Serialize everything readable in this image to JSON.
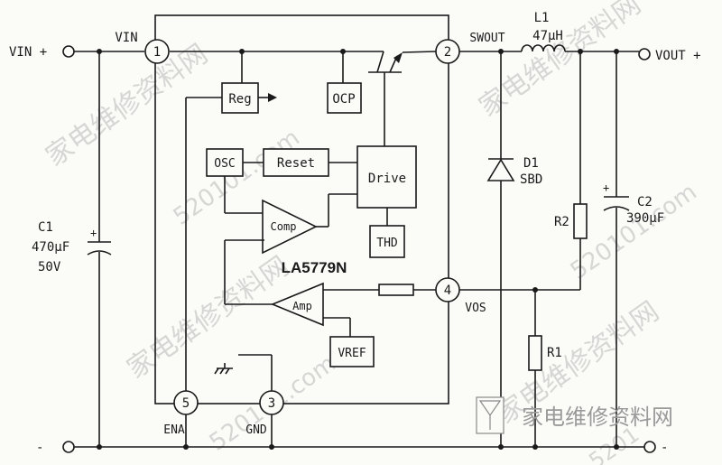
{
  "ic": {
    "name": "LA5779N"
  },
  "pins": {
    "p1": "1",
    "p2": "2",
    "p3": "3",
    "p4": "4",
    "p5": "5"
  },
  "pin_labels": {
    "vin": "VIN",
    "swout": "SWOUT",
    "vos": "VOS",
    "ena": "ENA",
    "gnd": "GND"
  },
  "blocks": {
    "reg": "Reg",
    "ocp": "OCP",
    "osc": "OSC",
    "reset": "Reset",
    "drive": "Drive",
    "comp": "Comp",
    "thd": "THD",
    "amp": "Amp",
    "vref": "VREF"
  },
  "terminals": {
    "vin_plus": "VIN +",
    "vout_plus": "VOUT +",
    "minus_left": "-",
    "minus_right": "-"
  },
  "components": {
    "c1": {
      "ref": "C1",
      "value": "470μF",
      "voltage": "50V"
    },
    "c2": {
      "ref": "C2",
      "value": "390μF"
    },
    "l1": {
      "ref": "L1",
      "value": "47μH"
    },
    "d1": {
      "ref": "D1",
      "type": "SBD"
    },
    "r1": {
      "ref": "R1"
    },
    "r2": {
      "ref": "R2"
    }
  },
  "watermarks": {
    "cn": "家电维修资料网",
    "num": "520101.com",
    "num_short": "5201"
  }
}
